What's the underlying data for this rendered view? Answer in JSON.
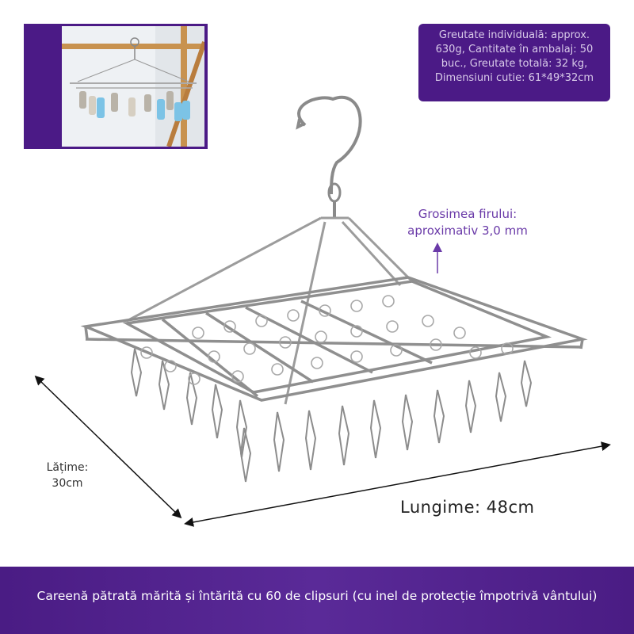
{
  "spec_box": {
    "text": "Greutate individuală: approx. 630g, Cantitate în ambalaj: 50 buc., Greutate totală: 32 kg, Dimensiuni cutie: 61*49*32cm"
  },
  "wire_thickness": {
    "line1": "Grosimea firului:",
    "line2": "aproximativ 3,0 mm"
  },
  "width": {
    "line1": "Lățime:",
    "line2": "30cm"
  },
  "length": {
    "text": "Lungime: 48cm"
  },
  "footer": {
    "caption": "Careenă pătrată mărită și întărită cu 60 de clipsuri (cu inel de protecție împotrivă vântului)"
  },
  "colors": {
    "brand_purple": "#4b1a86",
    "label_purple": "#6a3aa8"
  }
}
